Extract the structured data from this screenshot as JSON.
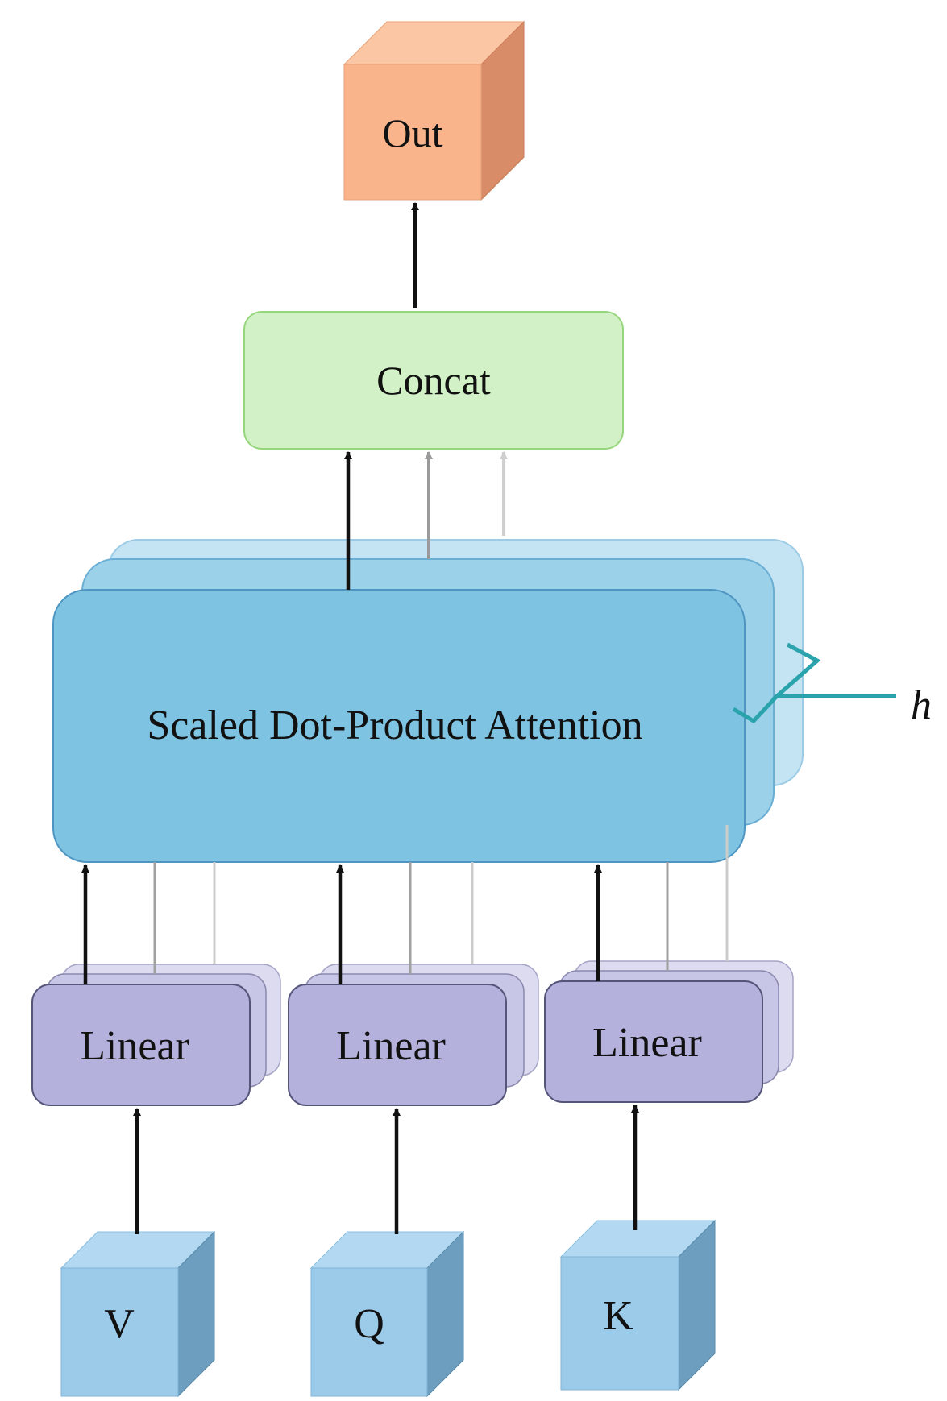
{
  "diagram": {
    "labels": {
      "out": "Out",
      "concat": "Concat",
      "attention": "Scaled Dot-Product Attention",
      "linear_v": "Linear",
      "linear_q": "Linear",
      "linear_k": "Linear",
      "input_v": "V",
      "input_q": "Q",
      "input_k": "K",
      "heads": "h"
    },
    "colors": {
      "out_front": "#f9b48c",
      "out_top": "#fbc6a3",
      "out_side": "#d88c68",
      "concat_fill": "#d3f1c7",
      "concat_stroke": "#96d67f",
      "attention_fill": "#7ec3e2",
      "attention_back_1": "#9cd1ea",
      "attention_back_2": "#c4e3f3",
      "attention_stroke": "#4f95c1",
      "linear_fill": "#b4b2dd",
      "linear_back": "#c8c6e6",
      "linear_back_2": "#dcdbf0",
      "linear_stroke": "#55557a",
      "input_front": "#9ccbea",
      "input_top": "#b2d9f1",
      "input_side": "#6d9ebf",
      "brace": "#2aa3ac"
    }
  }
}
